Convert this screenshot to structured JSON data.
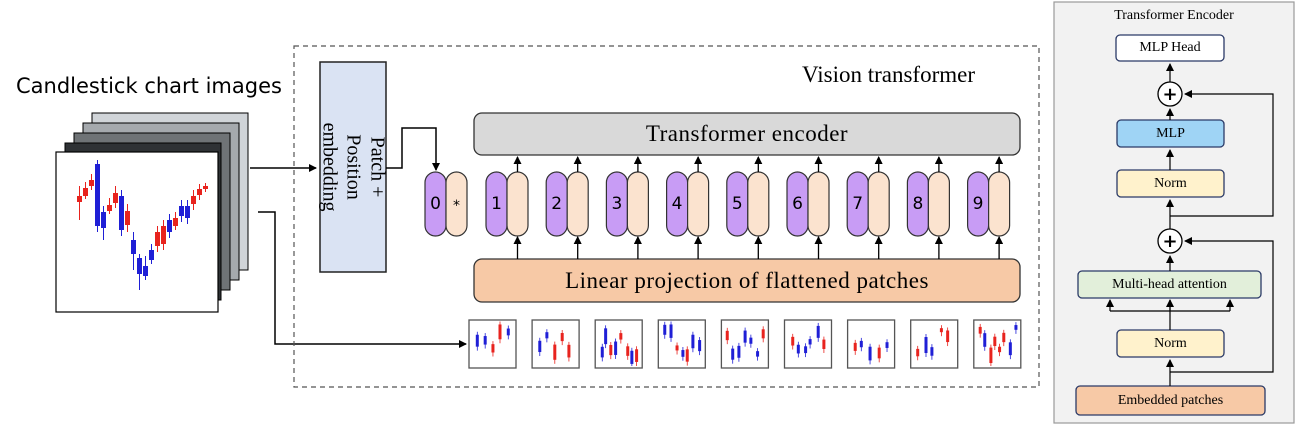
{
  "input": {
    "title": "Candlestick chart images"
  },
  "vit": {
    "title": "Vision transformer",
    "patch_embedding_label": "Patch + Position embedding",
    "encoder_label": "Transformer encoder",
    "projection_label": "Linear projection of flattened patches",
    "tokens": [
      "0",
      "1",
      "2",
      "3",
      "4",
      "5",
      "6",
      "7",
      "8",
      "9"
    ],
    "class_token_marker": "*"
  },
  "encoder_detail": {
    "title": "Transformer Encoder",
    "blocks": {
      "mlp_head": "MLP Head",
      "mlp": "MLP",
      "norm_top": "Norm",
      "attention": "Multi-head attention",
      "norm_bottom": "Norm",
      "embedded": "Embedded patches"
    },
    "plus_symbol": "+"
  },
  "colors": {
    "purple": "#c89cf5",
    "peach": "#fbe3cf",
    "encoder_gray": "#d9d9d9",
    "projection_orange": "#f7c9a6",
    "patch_blue": "#dae3f3",
    "mlp_blue": "#9fd4f5",
    "norm_yellow": "#fff2cc",
    "attention_green": "#e2efda",
    "panel_bg": "#f2f2f2",
    "candle_red": "#e8231e",
    "candle_blue": "#1f1fd6"
  }
}
